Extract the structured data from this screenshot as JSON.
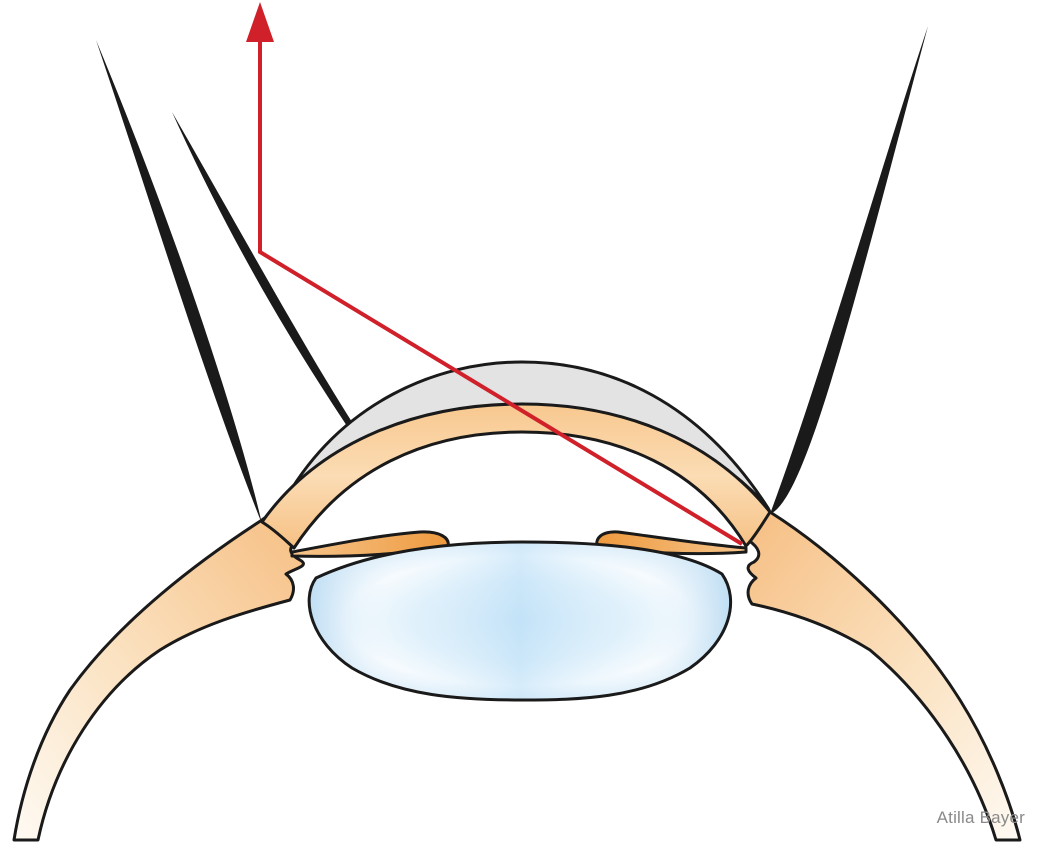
{
  "diagram": {
    "credit": "Atilla Bayer",
    "colors": {
      "outline": "#1a1a1a",
      "tissue_light": "#fdf2e4",
      "tissue_mid": "#f8cf9b",
      "tissue_dark": "#f3a14c",
      "iris": "#f0a048",
      "cornea_shell": "#e3e3e3",
      "lens_center": "#c6e4f8",
      "lens_edge": "#eef7fd",
      "ray": "#d0202a"
    },
    "parts": [
      "left-eyelid-contact-lens-edge",
      "cornea-shell",
      "corneal-tissue",
      "left-sclera",
      "right-sclera",
      "left-iris",
      "right-iris",
      "crystalline-lens",
      "light-ray-arrow"
    ]
  }
}
